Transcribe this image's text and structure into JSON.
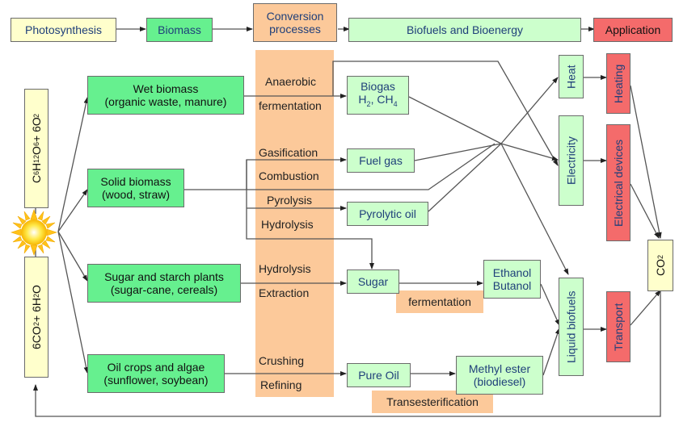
{
  "header": {
    "photosynthesis": "Photosynthesis",
    "biomass": "Biomass",
    "conversion": "Conversion processes",
    "biofuels": "Biofuels and Bioenergy",
    "application": "Application"
  },
  "equations": {
    "products": "C6H12O6 + 6O2",
    "reactants": "6CO2 + 6H2O"
  },
  "sources": {
    "wet": {
      "title": "Wet biomass",
      "sub": "(organic waste, manure)"
    },
    "solid": {
      "title": "Solid biomass",
      "sub": "(wood, straw)"
    },
    "sugar": {
      "title": "Sugar and starch plants",
      "sub": "(sugar-cane, cereals)"
    },
    "oil": {
      "title": "Oil crops and algae",
      "sub": "(sunflower, soybean)"
    }
  },
  "processes": {
    "anaerobic": "Anaerobic",
    "fermentation": "fermentation",
    "gasification": "Gasification",
    "combustion": "Combustion",
    "pyrolysis": "Pyrolysis",
    "hydrolysis1": "Hydrolysis",
    "hydrolysis2": "Hydrolysis",
    "extraction": "Extraction",
    "crushing": "Crushing",
    "refining": "Refining",
    "fermentation2": "fermentation",
    "transesterification": "Transesterification"
  },
  "products": {
    "biogas": "Biogas",
    "biogas_sub": "H2, CH4",
    "fuelgas": "Fuel gas",
    "pyrolytic": "Pyrolytic oil",
    "sugar": "Sugar",
    "ethanol": "Ethanol",
    "butanol": "Butanol",
    "pureoil": "Pure Oil",
    "methyl": "Methyl ester",
    "biodiesel": "(biodiesel)"
  },
  "energy": {
    "heat": "Heat",
    "electricity": "Electricity",
    "liquid": "Liquid biofuels"
  },
  "applications": {
    "heating": "Heating",
    "devices": "Electrical devices",
    "transport": "Transport"
  },
  "co2": "CO2"
}
